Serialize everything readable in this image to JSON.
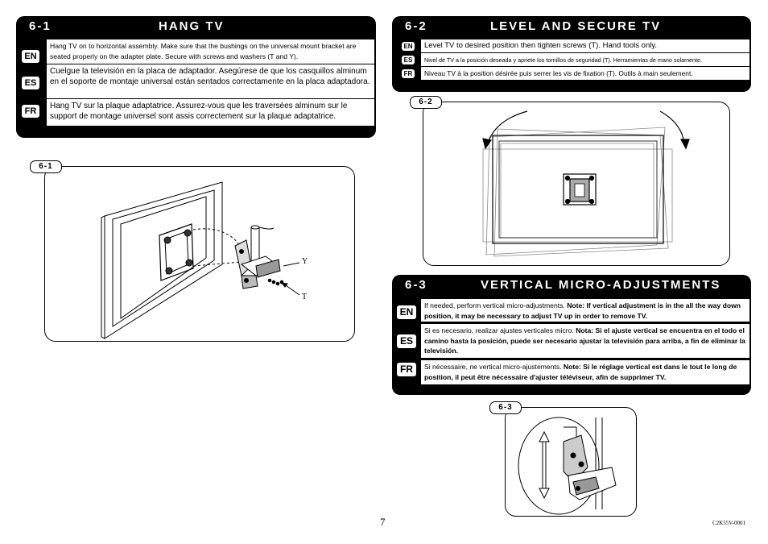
{
  "section1": {
    "number": "6-1",
    "title": "HANG TV",
    "rows": [
      {
        "lang": "EN",
        "text": "Hang TV on to horizontal assembly.  Make sure that the bushings on the universal mount bracket are seated properly on the adapter plate. Secure with screws and washers (T and Y)."
      },
      {
        "lang": "ES",
        "text": "Cuelgue la televisión en la placa de adaptador. Asegúrese de que los casquillos alminum en el soporte de montaje universal están sentados correctamente en la placa adaptadora."
      },
      {
        "lang": "FR",
        "text": "Hang TV sur la plaque adaptatrice. Assurez-vous que les traversées alminum sur le support de montage universel sont assis correctement sur la plaque adaptatrice."
      }
    ],
    "figure": {
      "label": "6-1",
      "callout_y": "Y",
      "callout_t": "T"
    }
  },
  "section2": {
    "number": "6-2",
    "title": "LEVEL AND SECURE TV",
    "rows": [
      {
        "lang": "EN",
        "text": "Level TV to desired position then tighten screws (T).  Hand tools only."
      },
      {
        "lang": "ES",
        "text": "Nivel de TV a la posición deseada y apriete los tornillos de seguridad (T). Herramientas de mano solamente."
      },
      {
        "lang": "FR",
        "text": "Niveau TV à la position désirée puis serrer les vis de fixation (T). Outils à main seulement."
      }
    ],
    "figure": {
      "label": "6-2"
    }
  },
  "section3": {
    "number": "6-3",
    "title": "VERTICAL MICRO-ADJUSTMENTS",
    "rows": [
      {
        "lang": "EN",
        "lead": "If needed, perform vertical micro-adjustments.  ",
        "bold": "Note:  If vertical adjustment is in the all the way down position, it may be necessary to adjust TV up in order to remove TV."
      },
      {
        "lang": "ES",
        "lead": "Si es necesario, realizar ajustes verticales micro. ",
        "bold": "Nota: Si el ajuste vertical se encuentra en el todo el camino hasta la posición, puede ser necesario ajustar la televisión para arriba, a fin de eliminar la televisión."
      },
      {
        "lang": "FR",
        "lead": "Si nécessaire, ne vertical micro-ajustements. ",
        "bold": "Note: Si le réglage vertical est dans le tout le long de position, il peut être nécessaire d'ajuster téléviseur, afin de supprimer TV."
      }
    ],
    "figure": {
      "label": "6-3"
    }
  },
  "footer": {
    "page_number": "7",
    "doc_code": "C2K55V-0001"
  }
}
